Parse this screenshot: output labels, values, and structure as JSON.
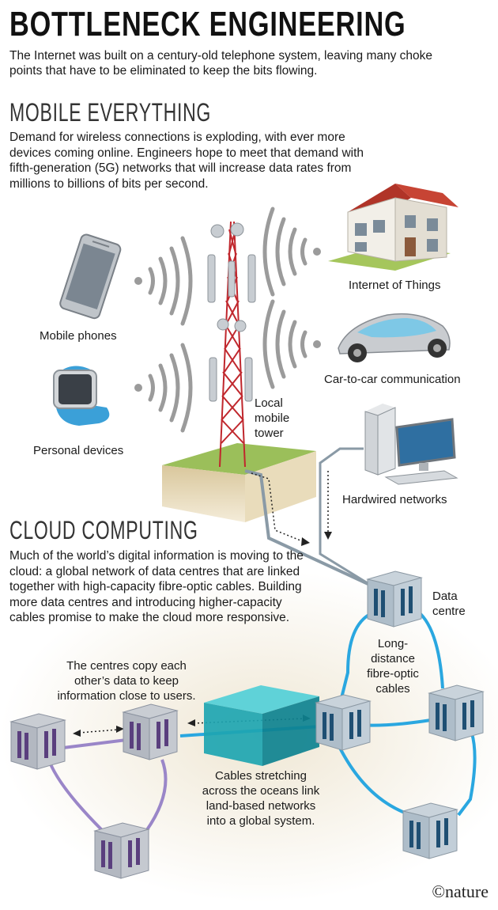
{
  "header": {
    "title": "BOTTLENECK ENGINEERING",
    "intro": "The Internet was built on a century-old telephone system, leaving many choke points that have to be eliminated to keep the bits flowing."
  },
  "mobile": {
    "title": "MOBILE EVERYTHING",
    "body": "Demand for wireless connections is exploding, with ever more devices coming online. Engineers hope to meet that demand with fifth-generation (5G) networks that will increase data rates from millions to billions of bits per second.",
    "labels": {
      "phones": "Mobile phones",
      "personal": "Personal devices",
      "iot": "Internet of Things",
      "car": "Car-to-car communication",
      "tower_line1": "Local",
      "tower_line2": "mobile",
      "tower_line3": "tower",
      "hardwired": "Hardwired networks"
    }
  },
  "cloud": {
    "title": "CLOUD COMPUTING",
    "body": "Much of the world’s digital information is moving to the cloud: a global network of data centres that are linked together with high-capacity fibre-optic cables. Building more data centres and introducing higher-capacity cables promise to make the cloud more responsive.",
    "labels": {
      "dc_line1": "Data",
      "dc_line2": "centre",
      "fibre_line1": "Long-",
      "fibre_line2": "distance",
      "fibre_line3": "fibre-optic",
      "fibre_line4": "cables",
      "copy_line1": "The centres copy each",
      "copy_line2": "other’s data to keep",
      "copy_line3": "information close to users.",
      "ocean_line1": "Cables stretching",
      "ocean_line2": "across the oceans link",
      "ocean_line3": "land-based networks",
      "ocean_line4": "into a global system."
    }
  },
  "footer": {
    "brand": "©nature"
  },
  "colors": {
    "fibre_blue": "#2aa7e0",
    "purple_cable": "#9a86c8",
    "tower_red": "#c0272d",
    "wave_grey": "#9b9b9b"
  }
}
